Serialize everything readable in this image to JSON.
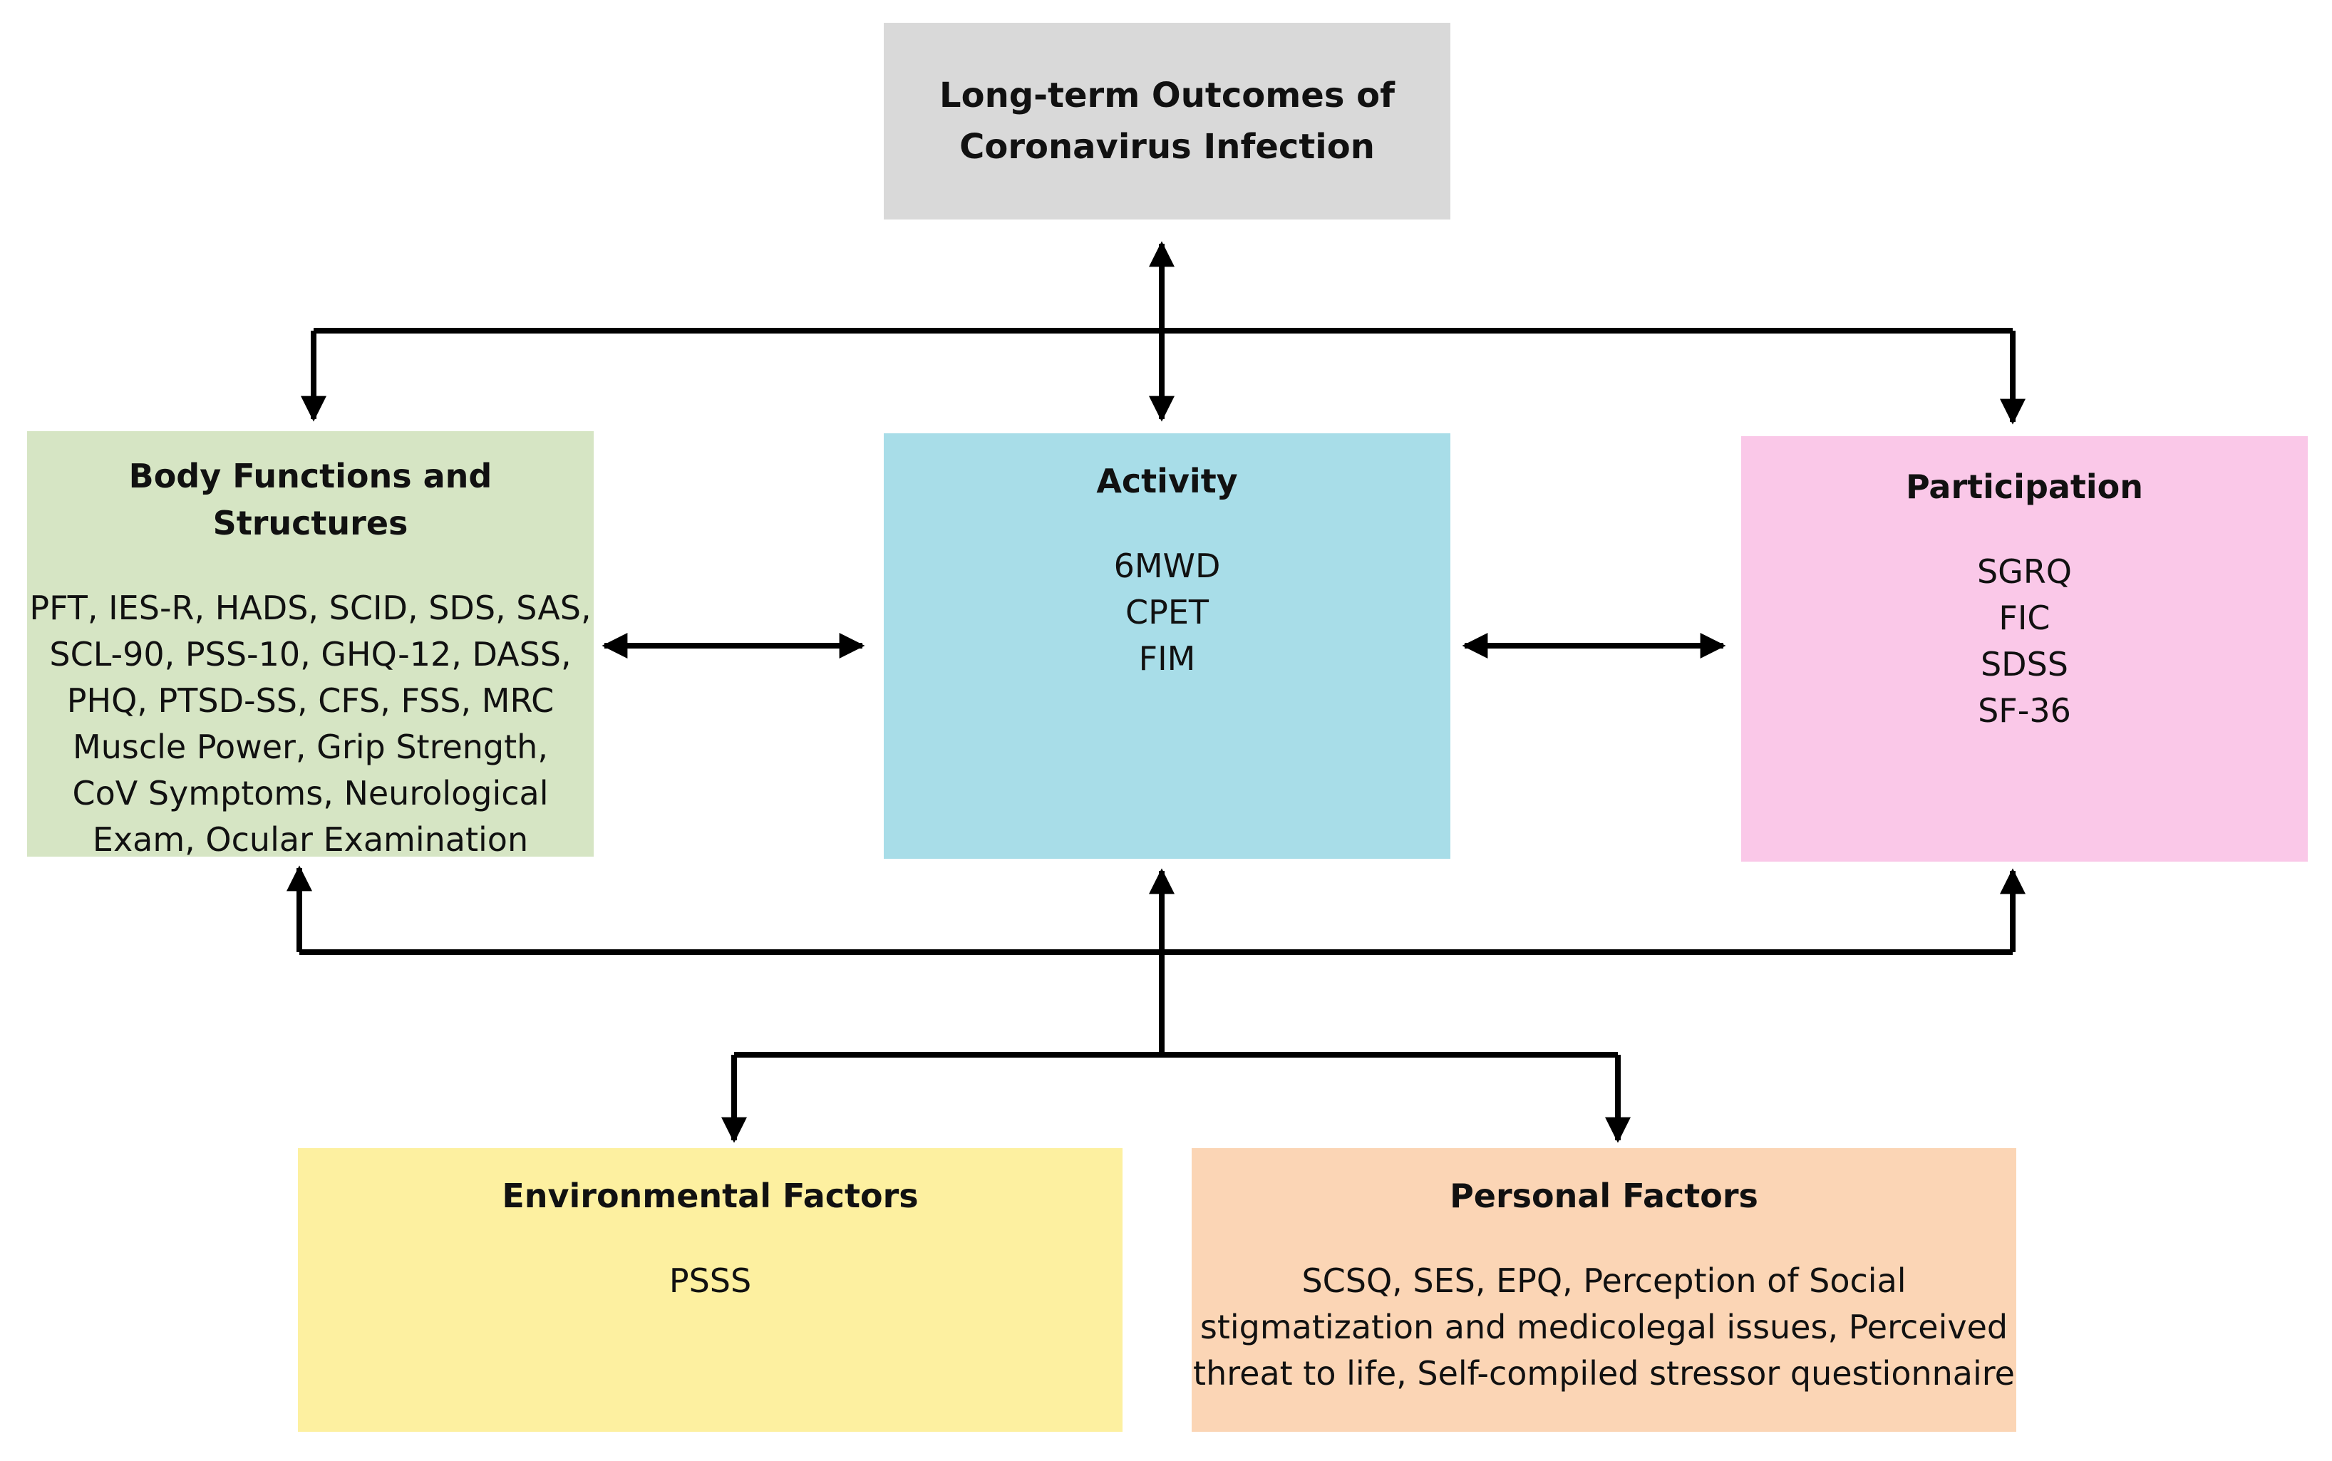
{
  "top": {
    "title_lines": [
      "Long-term Outcomes of",
      "Coronavirus Infection"
    ]
  },
  "body_functions": {
    "title": "Body Functions and Structures",
    "lines": [
      "PFT, IES-R, HADS, SCID, SDS, SAS,",
      "SCL-90, PSS-10, GHQ-12, DASS,",
      "PHQ, PTSD-SS, CFS, FSS, MRC",
      "Muscle Power, Grip Strength,",
      "CoV Symptoms, Neurological",
      "Exam, Ocular Examination"
    ]
  },
  "activity": {
    "title": "Activity",
    "lines": [
      "6MWD",
      "CPET",
      "FIM"
    ]
  },
  "participation": {
    "title": "Participation",
    "lines": [
      "SGRQ",
      "FIC",
      "SDSS",
      "SF-36"
    ]
  },
  "environmental": {
    "title": "Environmental Factors",
    "lines": [
      "PSSS"
    ]
  },
  "personal": {
    "title": "Personal Factors",
    "lines": [
      "SCSQ, SES, EPQ, Perception of Social",
      "stigmatization and medicolegal issues, Perceived",
      "threat to life, Self-compiled stressor questionnaire"
    ]
  },
  "colors": {
    "top": "#d9d9d9",
    "body_functions": "#d6e5c4",
    "activity": "#a8dde8",
    "participation": "#fac8e8",
    "environmental": "#fdf0a0",
    "personal": "#fbd5b5",
    "connector": "#000000"
  }
}
